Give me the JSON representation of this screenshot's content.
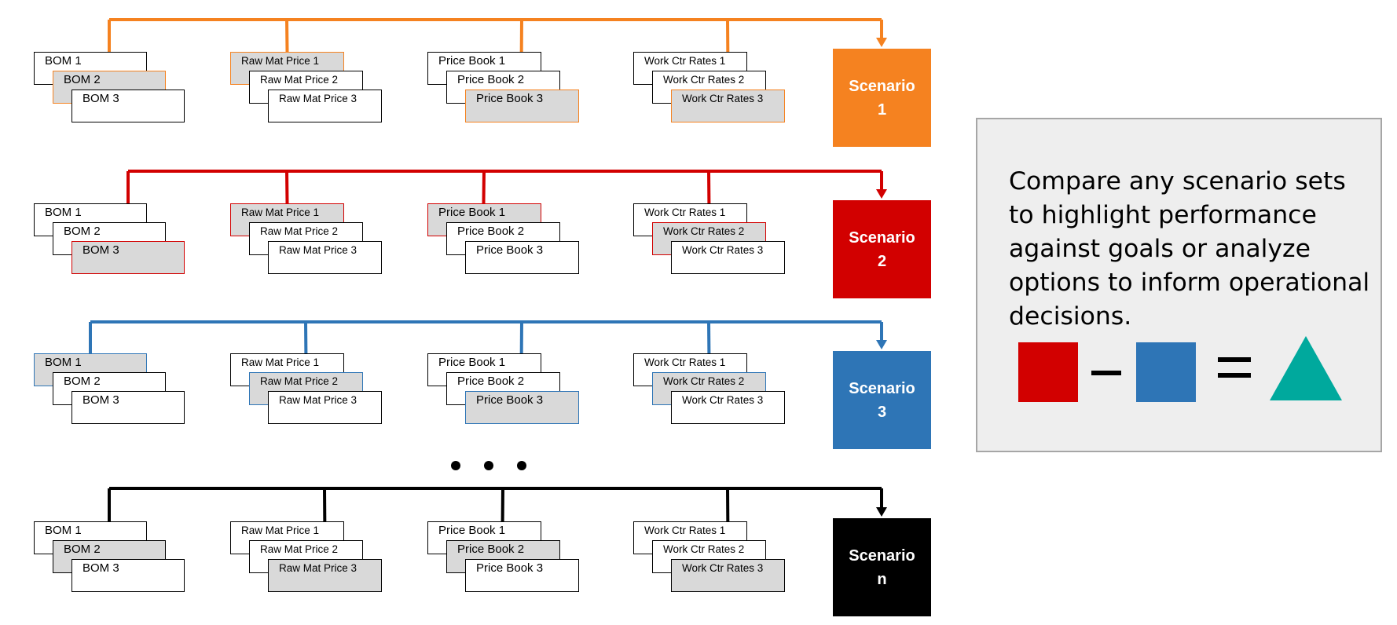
{
  "colors": {
    "orange": "#f58220",
    "red": "#d20000",
    "blue": "#2e75b6",
    "black": "#000000",
    "teal": "#00a99d",
    "selected_fill": "#d9d9d9",
    "info_bg": "#eeeeee",
    "info_border": "#a6a6a6"
  },
  "groups": [
    {
      "key": "bom",
      "items": [
        "BOM 1",
        "BOM 2",
        "BOM 3"
      ]
    },
    {
      "key": "raw-mat-price",
      "items": [
        "Raw Mat Price 1",
        "Raw Mat Price 2",
        "Raw Mat Price 3"
      ]
    },
    {
      "key": "price-book",
      "items": [
        "Price Book 1",
        "Price Book 2",
        "Price Book 3"
      ]
    },
    {
      "key": "work-ctr-rates",
      "items": [
        "Work Ctr Rates 1",
        "Work Ctr Rates 2",
        "Work Ctr Rates 3"
      ]
    }
  ],
  "scenarios": [
    {
      "label_line1": "Scenario",
      "label_line2": "1",
      "color": "#f58220",
      "selected": [
        1,
        0,
        2,
        2
      ]
    },
    {
      "label_line1": "Scenario",
      "label_line2": "2",
      "color": "#d20000",
      "selected": [
        2,
        0,
        0,
        1
      ]
    },
    {
      "label_line1": "Scenario",
      "label_line2": "3",
      "color": "#2e75b6",
      "selected": [
        0,
        1,
        2,
        1
      ]
    },
    {
      "label_line1": "Scenario",
      "label_line2": "n",
      "color": "#000000",
      "selected": [
        1,
        2,
        1,
        2
      ]
    }
  ],
  "ellipsis_dot_count": 3,
  "info": {
    "text": "Compare any scenario sets to highlight performance against goals or analyze options to inform operational decisions.",
    "equation": [
      "red-square",
      "minus",
      "blue-square",
      "equals",
      "teal-triangle"
    ]
  }
}
